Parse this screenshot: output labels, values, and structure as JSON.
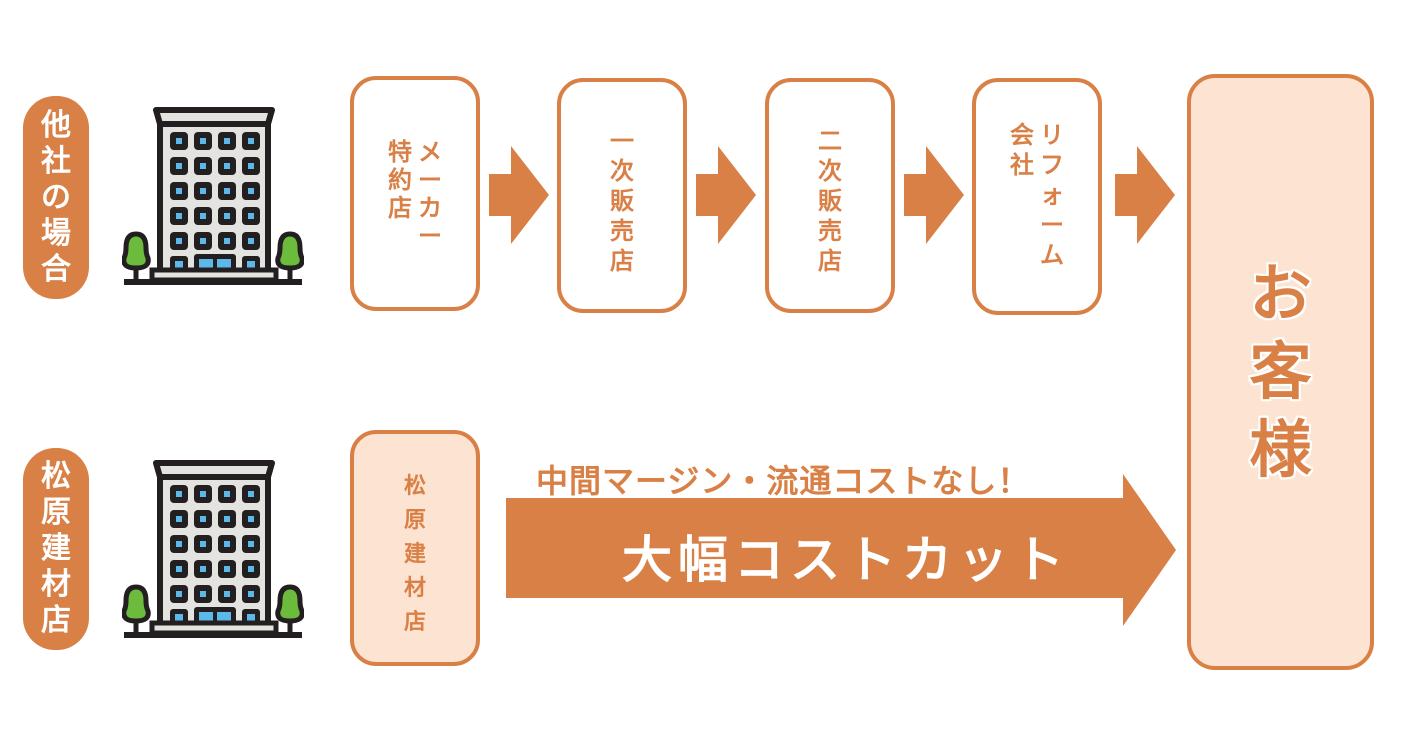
{
  "colors": {
    "accent": "#d98046",
    "light_fill": "#fde3d1",
    "window_blue": "#5bb8e8",
    "tree_green": "#6cbb3c"
  },
  "rows": {
    "others": {
      "label": [
        "他",
        "社",
        "の",
        "場",
        "合"
      ],
      "icon": "office-building-icon",
      "chain": [
        {
          "name": "maker-dealer",
          "columns": [
            [
              "メ",
              "ー",
              "カ",
              "ー"
            ],
            [
              "特",
              "約",
              "店"
            ]
          ]
        },
        {
          "name": "primary-dealer",
          "columns": [
            [
              "一",
              "次",
              "販",
              "売",
              "店"
            ]
          ]
        },
        {
          "name": "secondary-dealer",
          "columns": [
            [
              "二",
              "次",
              "販",
              "売",
              "店"
            ]
          ]
        },
        {
          "name": "reform-company",
          "columns": [
            [
              "リ",
              "フ",
              "ォ",
              "ー",
              "ム"
            ],
            [
              "会",
              "社"
            ]
          ]
        }
      ]
    },
    "ours": {
      "label": [
        "松",
        "原",
        "建",
        "材",
        "店"
      ],
      "icon": "office-building-icon",
      "store": [
        "松",
        "原",
        "建",
        "材",
        "店"
      ],
      "subtitle": "中間マージン・流通コストなし！",
      "headline": "大幅コストカット"
    }
  },
  "customer": [
    "お",
    "客",
    "様"
  ]
}
